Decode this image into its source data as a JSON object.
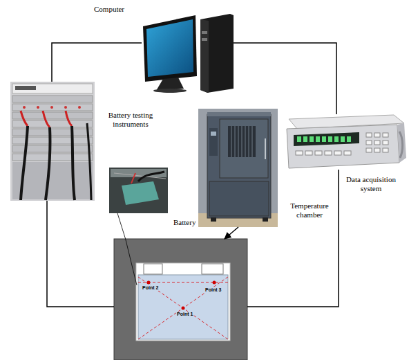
{
  "diagram": {
    "nodes": [
      {
        "text": [
          "Computer"
        ]
      },
      {
        "text": [
          "Battery testing instruments"
        ]
      },
      {
        "text": [
          "Battery"
        ]
      },
      {
        "text": [
          "Temperature chamber"
        ]
      },
      {
        "text": [
          "Data acquisition system"
        ]
      },
      {
        "text": [
          "Point 2",
          "Point 3",
          "Point 1"
        ]
      }
    ],
    "edges": [
      {
        "from": 1,
        "to": 0,
        "arrow": "none"
      },
      {
        "from": 0,
        "to": 4,
        "arrow": "none"
      },
      {
        "from": 1,
        "to": 5,
        "arrow": "none"
      },
      {
        "from": 4,
        "to": 5,
        "arrow": "none"
      },
      {
        "from": 2,
        "to": 5,
        "arrow": "none"
      },
      {
        "from": 3,
        "to": 5,
        "arrow": "to"
      }
    ]
  }
}
